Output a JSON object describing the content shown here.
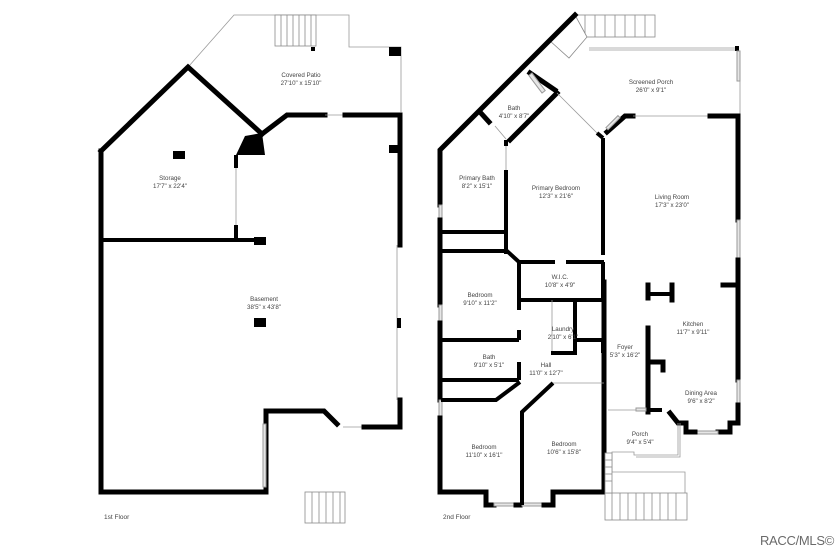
{
  "floors": [
    {
      "name": "1st Floor",
      "rooms": [
        {
          "name": "Covered Patio",
          "dims": "27'10\" x 15'10\""
        },
        {
          "name": "Storage",
          "dims": "17'7\" x 22'4\""
        },
        {
          "name": "Basement",
          "dims": "38'5\" x 43'8\""
        }
      ]
    },
    {
      "name": "2nd Floor",
      "rooms": [
        {
          "name": "Screened Porch",
          "dims": "26'0\" x 9'1\""
        },
        {
          "name": "Bath",
          "dims": "4'10\" x 8'7\""
        },
        {
          "name": "Primary Bath",
          "dims": "8'2\" x 15'1\""
        },
        {
          "name": "Primary Bedroom",
          "dims": "12'3\" x 21'6\""
        },
        {
          "name": "Living Room",
          "dims": "17'3\" x 23'0\""
        },
        {
          "name": "W.I.C.",
          "dims": "10'8\" x 4'9\""
        },
        {
          "name": "Bedroom",
          "dims": "9'10\" x 11'2\""
        },
        {
          "name": "Laundry",
          "dims": "2'10\" x 6'1\""
        },
        {
          "name": "Kitchen",
          "dims": "11'7\" x 9'11\""
        },
        {
          "name": "Foyer",
          "dims": "5'3\" x 16'2\""
        },
        {
          "name": "Bath",
          "dims": "9'10\" x 5'1\""
        },
        {
          "name": "Hall",
          "dims": "11'0\" x 12'7\""
        },
        {
          "name": "Dining Area",
          "dims": "9'6\" x 8'2\""
        },
        {
          "name": "Porch",
          "dims": "9'4\" x 5'4\""
        },
        {
          "name": "Bedroom",
          "dims": "11'10\" x 16'1\""
        },
        {
          "name": "Bedroom",
          "dims": "10'6\" x 15'8\""
        }
      ]
    }
  ],
  "watermark": "RACC/MLS©"
}
